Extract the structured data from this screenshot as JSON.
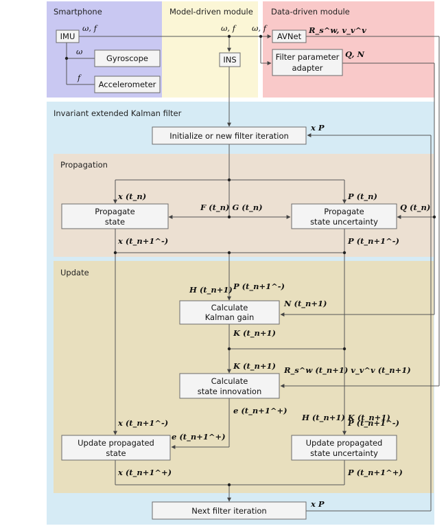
{
  "colors": {
    "smartphone": "#c9c8f2",
    "model_module": "#fbf6d6",
    "data_module": "#f9c9c9",
    "iekf": "#d6ebf5",
    "propagation": "#ece0d2",
    "update": "#e8dfbe",
    "box_fill": "#f4f4f4",
    "wire": "#555555"
  },
  "regions": {
    "smartphone": "Smartphone",
    "model": "Model-driven module",
    "data": "Data-driven module",
    "iekf": "Invariant extended Kalman filter",
    "propagation": "Propagation",
    "update": "Update"
  },
  "blocks": {
    "imu": "IMU",
    "gyroscope": "Gyroscope",
    "accelerometer": "Accelerometer",
    "ins": "INS",
    "avnet": "AVNet",
    "filter_adapter": [
      "Filter parameter",
      "adapter"
    ],
    "init": "Initialize or new filter iteration",
    "propagate_state": [
      "Propagate",
      "state"
    ],
    "propagate_uncertainty": [
      "Propagate",
      "state uncertainty"
    ],
    "kalman_gain": [
      "Calculate",
      "Kalman gain"
    ],
    "innovation": [
      "Calculate",
      "state innovation"
    ],
    "update_state": [
      "Update propagated",
      "state"
    ],
    "update_uncertainty": [
      "Update propagated",
      "state uncertainty"
    ],
    "next": "Next filter iteration"
  },
  "signals": {
    "imu_out": "ω, f",
    "omega": "ω",
    "f": "f",
    "ins_in": "ω, f",
    "data_in": "ω, f",
    "avnet_out": "R_s^w, v_v^v",
    "adapter_out": "Q, N",
    "xP": "x P",
    "x_tn": "x (t_n)",
    "P_tn": "P (t_n)",
    "F_G": "F (t_n)  G (t_n)",
    "Q_tn": "Q (t_n)",
    "x_prop": "x (t_n+1^-)",
    "P_prop": "P (t_n+1^-)",
    "H_tn1": "H (t_n+1)",
    "P_prior": "P (t_n+1^-)",
    "N_tn1": "N (t_n+1)",
    "K_tn1": "K (t_n+1)",
    "K_tn1_b": "K (t_n+1)",
    "R_v": "R_s^w (t_n+1)  v_v^v (t_n+1)",
    "e_upd": "e (t_n+1^+)",
    "x_prior": "x (t_n+1^-)",
    "e_in": "e (t_n+1^+)",
    "HK": "H (t_n+1)  K (t_n+1)",
    "P_prior_b": "P (t_n+1^-)",
    "x_upd": "x (t_n+1^+)",
    "P_upd": "P (t_n+1^+)",
    "xP_next": "x P"
  }
}
